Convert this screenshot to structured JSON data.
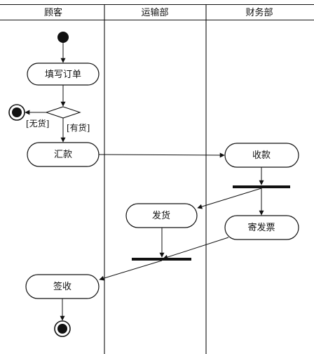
{
  "lanes": [
    {
      "title": "顾客"
    },
    {
      "title": "运输部"
    },
    {
      "title": "财务部"
    }
  ],
  "nodes": {
    "fill_order": "填写订单",
    "pay": "汇款",
    "collect": "收款",
    "ship": "发货",
    "send_invoice": "寄发票",
    "sign": "签收"
  },
  "guards": {
    "no_stock": "[无货]",
    "in_stock": "[有货]"
  }
}
